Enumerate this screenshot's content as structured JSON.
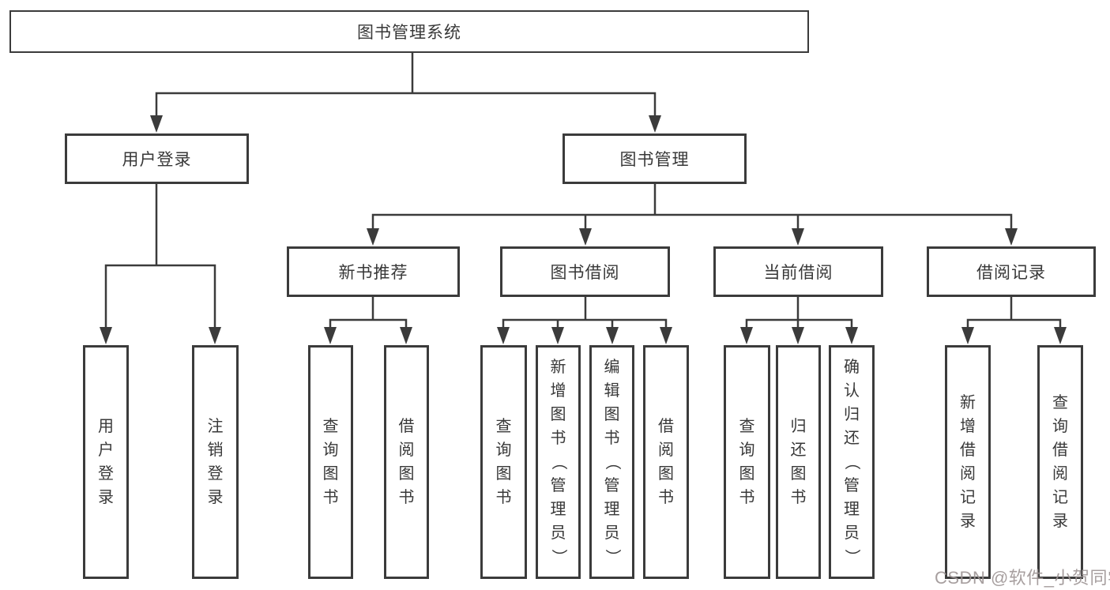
{
  "diagram": {
    "root": {
      "label": "图书管理系统",
      "children": [
        {
          "label": "用户登录",
          "children": [
            {
              "label": "用户登录"
            },
            {
              "label": "注销登录"
            }
          ]
        },
        {
          "label": "图书管理",
          "children": [
            {
              "label": "新书推荐",
              "children": [
                {
                  "label": "查询图书"
                },
                {
                  "label": "借阅图书"
                }
              ]
            },
            {
              "label": "图书借阅",
              "children": [
                {
                  "label": "查询图书"
                },
                {
                  "label": "新增图书（管理员）"
                },
                {
                  "label": "编辑图书（管理员）"
                },
                {
                  "label": "借阅图书"
                }
              ]
            },
            {
              "label": "当前借阅",
              "children": [
                {
                  "label": "查询图书"
                },
                {
                  "label": "归还图书"
                },
                {
                  "label": "确认归还（管理员）"
                }
              ]
            },
            {
              "label": "借阅记录",
              "children": [
                {
                  "label": "新增借阅记录"
                },
                {
                  "label": "查询借阅记录"
                }
              ]
            }
          ]
        }
      ]
    }
  },
  "watermark": {
    "text": "CSDN @软件_小贺同学"
  },
  "colors": {
    "line": "#3b3b3b",
    "text": "#383838",
    "background": "#ffffff",
    "watermark": "#9e9595"
  }
}
